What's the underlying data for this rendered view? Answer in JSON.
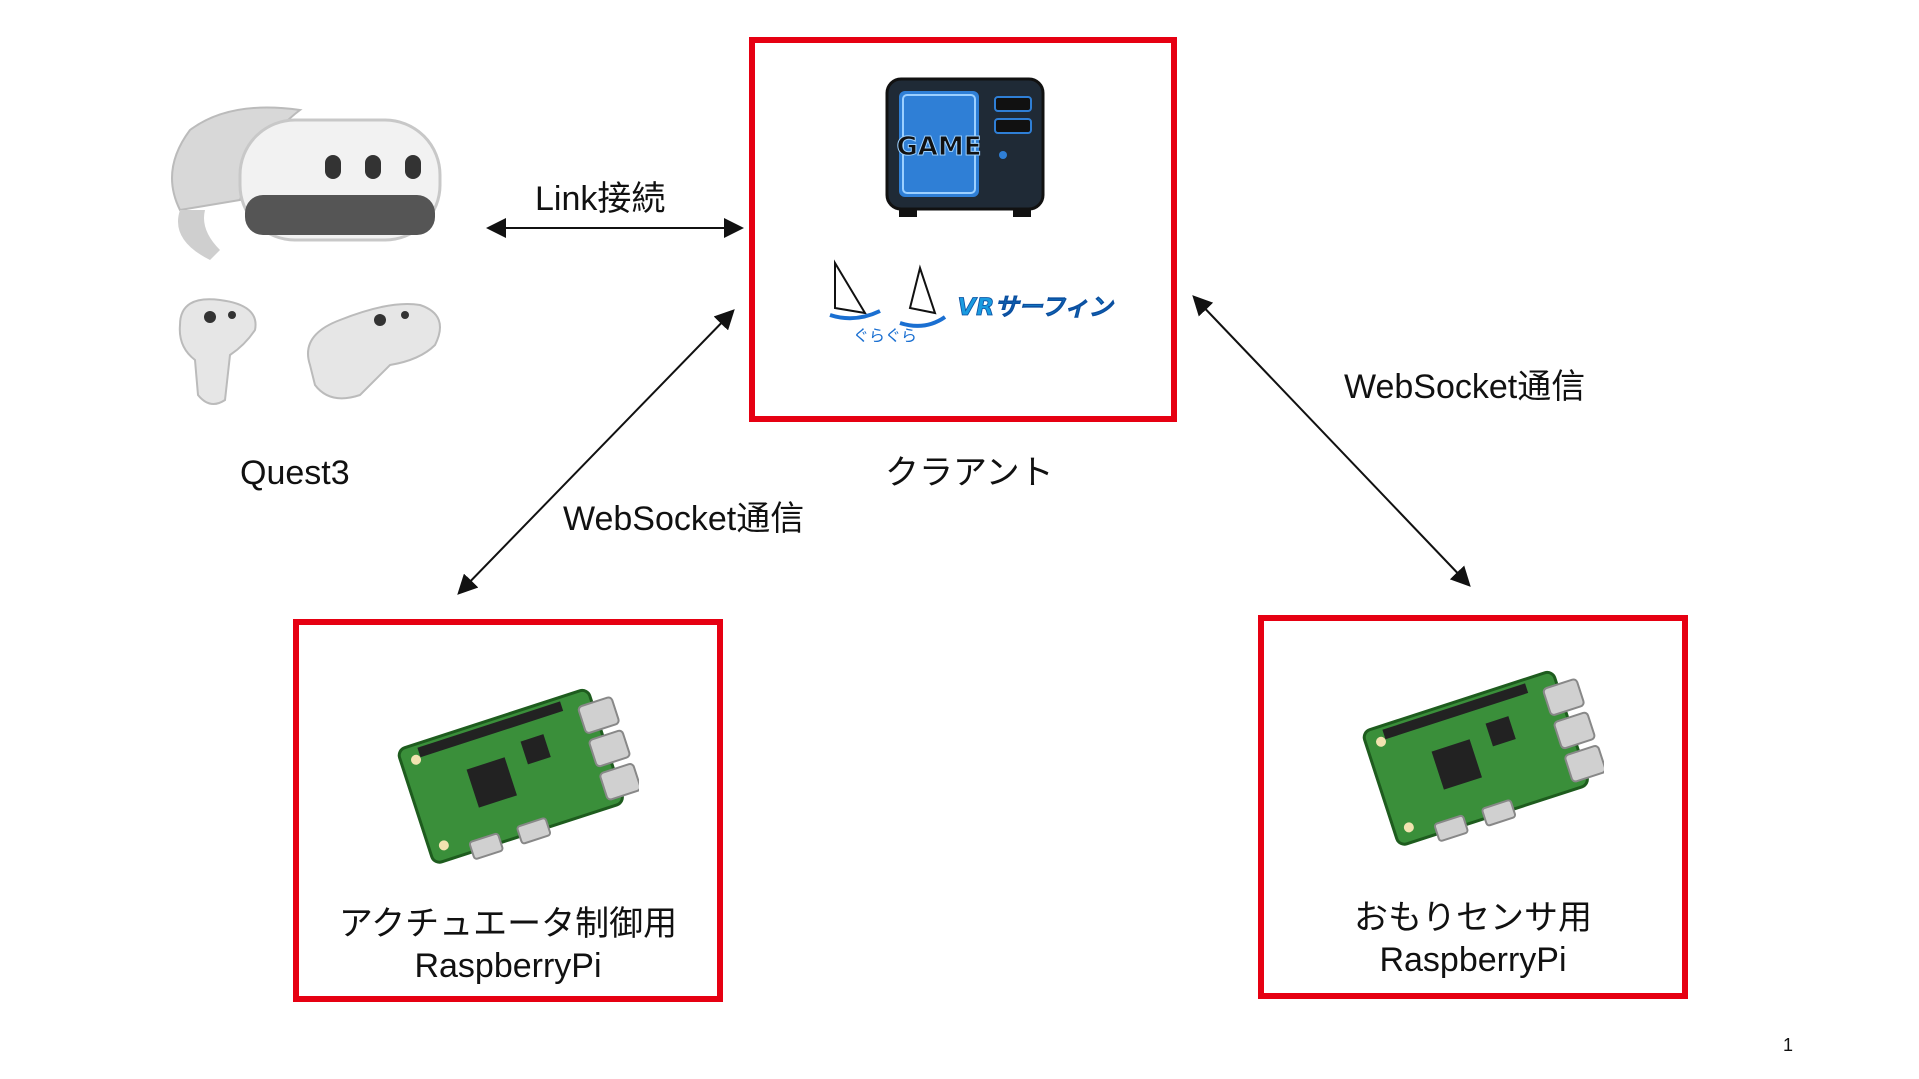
{
  "nodes": {
    "quest": {
      "label": "Quest3"
    },
    "client": {
      "label": "クラアント",
      "game_text": "GAME",
      "logo_text": "VRサーフィン",
      "logo_kana": "ぐらぐら"
    },
    "actuator_pi": {
      "line1": "アクチュエータ制御用",
      "line2": "RaspberryPi"
    },
    "sensor_pi": {
      "line1": "おもりセンサ用",
      "line2": "RaspberryPi"
    }
  },
  "edges": {
    "link": "Link接続",
    "ws_left": "WebSocket通信",
    "ws_right": "WebSocket通信"
  },
  "page_number": "1",
  "colors": {
    "box_border": "#e60012",
    "pcb": "#3a8f3a",
    "pc_screen": "#2f7fd6"
  }
}
